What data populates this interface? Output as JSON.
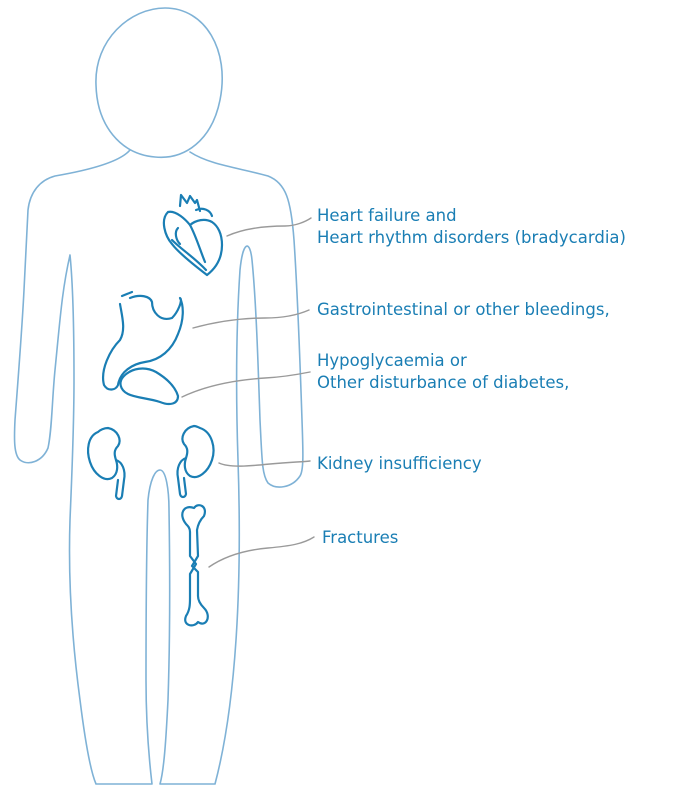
{
  "labels": {
    "heart": {
      "line1": "Heart failure and",
      "line2": "Heart rhythm disorders (bradycardia)"
    },
    "gi": {
      "line1": "Gastrointestinal or other bleedings,"
    },
    "hypo": {
      "line1": "Hypoglycaemia or",
      "line2": "Other disturbance of diabetes,"
    },
    "kidney": {
      "line1": "Kidney insufficiency"
    },
    "fractures": {
      "line1": "Fractures"
    }
  },
  "colors": {
    "outline": "#7fb2d6",
    "organ": "#1a7eb4",
    "leader": "#9a9a9a",
    "text": "#1a7eb4"
  },
  "icons": [
    "body-outline",
    "heart-icon",
    "stomach-icon",
    "kidney-icon",
    "bone-icon"
  ]
}
